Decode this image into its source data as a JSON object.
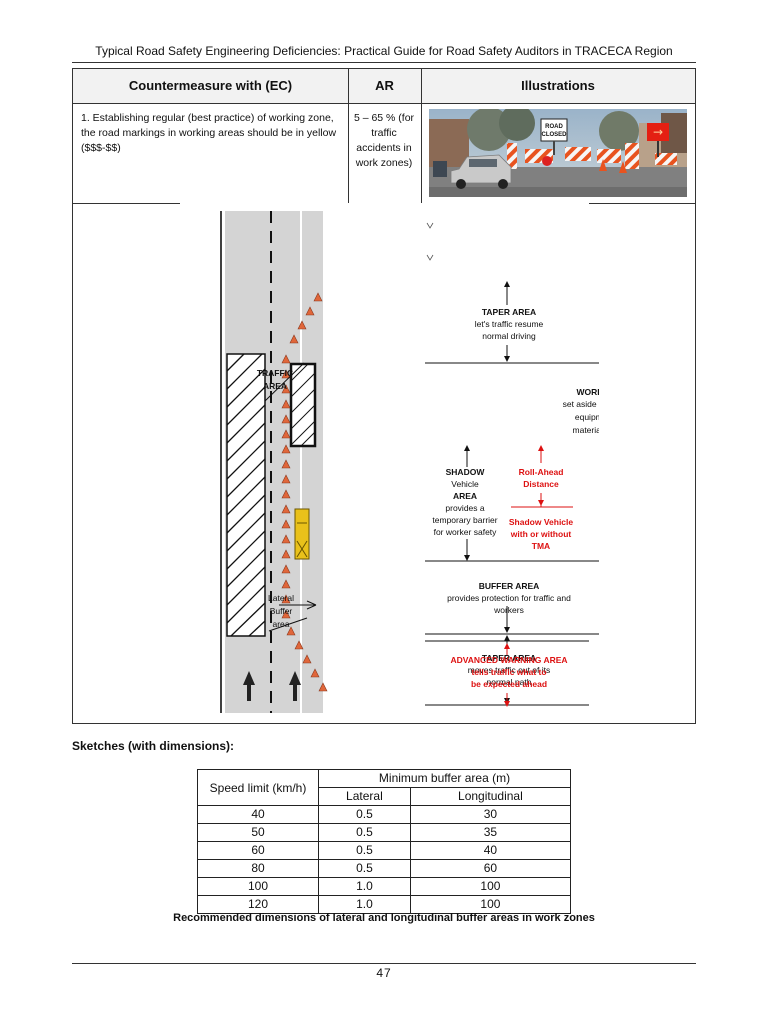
{
  "header": {
    "title": "Typical Road Safety Engineering Deficiencies: Practical Guide for Road Safety Auditors in TRACECA Region"
  },
  "main_table": {
    "headers": {
      "countermeasure": "Countermeasure with (EC)",
      "ar": "AR",
      "illustrations": "Illustrations"
    },
    "row": {
      "countermeasure": "1. Establishing regular (best practice) of working zone,  the road markings in working areas should be in yellow ($$$-$$)",
      "ar": "5 – 65 % (for traffic accidents in work zones)"
    },
    "photo": {
      "sign_road": "ROAD",
      "sign_closed": "CLOSED",
      "sign_arrow": "→"
    }
  },
  "diagram": {
    "traffic_area_label": [
      "TRAFFIC",
      "AREA"
    ],
    "lateral_buffer_label": [
      "Lateral",
      "Buffer",
      "area"
    ],
    "taper_top": {
      "title": "TAPER AREA",
      "lines": [
        "let's traffic resume",
        "normal driving"
      ]
    },
    "work_area": {
      "title": "WORK AREA",
      "lines": [
        "set aside for workers,",
        "equipment and",
        "material storage"
      ]
    },
    "shadow": {
      "title": "SHADOW",
      "lines": [
        "Vehicle",
        "AREA",
        "provides a",
        "temporary barrier",
        "for worker safety"
      ]
    },
    "roll_ahead": [
      "Roll-Ahead",
      "Distance"
    ],
    "shadow_vehicle": [
      "Shadow Vehicle",
      "with or without",
      "TMA"
    ],
    "buffer_area": {
      "title": "BUFFER AREA",
      "lines": [
        "provides protection for traffic and",
        "workers"
      ]
    },
    "taper_bottom": {
      "title": "TAPER AREA",
      "lines": [
        "moves traffic out of its",
        "normal path"
      ]
    },
    "advanced_warning": {
      "title": "ADVANCED WARNING AREA",
      "lines": [
        "tells traffic what to",
        "be expected ahead"
      ]
    },
    "colors": {
      "cone": "#e0663a",
      "vehicle": "#e9c11a",
      "red_text": "#d11111",
      "road": "#d4d4d4"
    }
  },
  "sketch_title": "Sketches (with dimensions):",
  "buffer_table": {
    "col_speed": "Speed limit (km/h)",
    "col_group": "Minimum buffer area (m)",
    "col_lateral": "Lateral",
    "col_longitudinal": "Longitudinal",
    "rows": [
      [
        "40",
        "0.5",
        "30"
      ],
      [
        "50",
        "0.5",
        "35"
      ],
      [
        "60",
        "0.5",
        "40"
      ],
      [
        "80",
        "0.5",
        "60"
      ],
      [
        "100",
        "1.0",
        "100"
      ],
      [
        "120",
        "1.0",
        "100"
      ]
    ]
  },
  "buffer_caption": "Recommended dimensions of lateral and longitudinal buffer areas in work zones",
  "footer": {
    "page": "47"
  }
}
